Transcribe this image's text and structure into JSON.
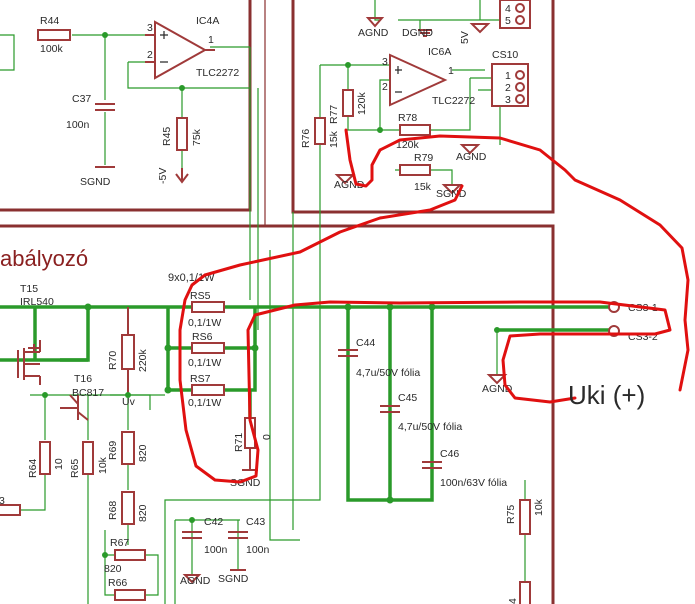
{
  "schematic": {
    "section_title": "abályozó",
    "resistor_group_label": "9x0,1/1W",
    "output_label": "Uki (+)",
    "labels": [
      {
        "id": "r44",
        "text": "R44"
      },
      {
        "id": "r44v",
        "text": "100k"
      },
      {
        "id": "ic4a",
        "text": "IC4A"
      },
      {
        "id": "ic4a_part",
        "text": "TLC2272"
      },
      {
        "id": "c37",
        "text": "C37"
      },
      {
        "id": "c37v",
        "text": "100n"
      },
      {
        "id": "r45",
        "text": "R45"
      },
      {
        "id": "r45v",
        "text": "75k"
      },
      {
        "id": "sgnd1",
        "text": "SGND"
      },
      {
        "id": "neg5v",
        "text": "-5V"
      },
      {
        "id": "pin3a",
        "text": "3"
      },
      {
        "id": "pin2a",
        "text": "2"
      },
      {
        "id": "pin1a",
        "text": "1"
      },
      {
        "id": "agnd_top",
        "text": "AGND"
      },
      {
        "id": "dgnd_top",
        "text": "DGND"
      },
      {
        "id": "v5",
        "text": "5V"
      },
      {
        "id": "p4",
        "text": "4"
      },
      {
        "id": "p5",
        "text": "5"
      },
      {
        "id": "ic6a",
        "text": "IC6A"
      },
      {
        "id": "ic6a_part",
        "text": "TLC2272"
      },
      {
        "id": "cs10",
        "text": "CS10"
      },
      {
        "id": "cp1",
        "text": "1"
      },
      {
        "id": "cp2",
        "text": "2"
      },
      {
        "id": "cp3",
        "text": "3"
      },
      {
        "id": "pin3b",
        "text": "3"
      },
      {
        "id": "pin2b",
        "text": "2"
      },
      {
        "id": "pin1b",
        "text": "1"
      },
      {
        "id": "r77",
        "text": "R77"
      },
      {
        "id": "r77v",
        "text": "120k"
      },
      {
        "id": "r76",
        "text": "R76"
      },
      {
        "id": "r76v",
        "text": "15k"
      },
      {
        "id": "r78",
        "text": "R78"
      },
      {
        "id": "r78v",
        "text": "120k"
      },
      {
        "id": "agnd_mid",
        "text": "AGND"
      },
      {
        "id": "r79",
        "text": "R79"
      },
      {
        "id": "r79v",
        "text": "15k"
      },
      {
        "id": "agnd_l",
        "text": "AGND"
      },
      {
        "id": "sgnd2",
        "text": "SGND"
      },
      {
        "id": "t15",
        "text": "T15"
      },
      {
        "id": "t15p",
        "text": "IRL540"
      },
      {
        "id": "r70",
        "text": "R70"
      },
      {
        "id": "r70v",
        "text": "220k"
      },
      {
        "id": "uv",
        "text": "Uv"
      },
      {
        "id": "t16",
        "text": "T16"
      },
      {
        "id": "t16p",
        "text": "BC817"
      },
      {
        "id": "rs5",
        "text": "RS5"
      },
      {
        "id": "rs5v",
        "text": "0,1/1W"
      },
      {
        "id": "rs6",
        "text": "RS6"
      },
      {
        "id": "rs6v",
        "text": "0,1/1W"
      },
      {
        "id": "rs7",
        "text": "RS7"
      },
      {
        "id": "rs7v",
        "text": "0,1/1W"
      },
      {
        "id": "r71",
        "text": "R71"
      },
      {
        "id": "r71v",
        "text": "0"
      },
      {
        "id": "sgnd3",
        "text": "SGND"
      },
      {
        "id": "c44",
        "text": "C44"
      },
      {
        "id": "c44v",
        "text": "4,7u/50V fólia"
      },
      {
        "id": "c45",
        "text": "C45"
      },
      {
        "id": "c45v",
        "text": "4,7u/50V fólia"
      },
      {
        "id": "c46",
        "text": "C46"
      },
      {
        "id": "c46v",
        "text": "100n/63V fólia"
      },
      {
        "id": "agnd_r",
        "text": "AGND"
      },
      {
        "id": "cs3_1",
        "text": "CS3-1"
      },
      {
        "id": "cs3_2",
        "text": "CS3-2"
      },
      {
        "id": "r64",
        "text": "R64"
      },
      {
        "id": "r64v",
        "text": "10"
      },
      {
        "id": "r65",
        "text": "R65"
      },
      {
        "id": "r65v",
        "text": "10k"
      },
      {
        "id": "r69",
        "text": "R69"
      },
      {
        "id": "r69v",
        "text": "820"
      },
      {
        "id": "r68",
        "text": "R68"
      },
      {
        "id": "r68v",
        "text": "820"
      },
      {
        "id": "r67",
        "text": "R67"
      },
      {
        "id": "r67v",
        "text": "820"
      },
      {
        "id": "r66",
        "text": "R66"
      },
      {
        "id": "c42",
        "text": "C42"
      },
      {
        "id": "c42v",
        "text": "100n"
      },
      {
        "id": "c43",
        "text": "C43"
      },
      {
        "id": "c43v",
        "text": "100n"
      },
      {
        "id": "agnd_bl",
        "text": "AGND"
      },
      {
        "id": "sgnd_b",
        "text": "SGND"
      },
      {
        "id": "r75",
        "text": "R75"
      },
      {
        "id": "r75v",
        "text": "10k"
      },
      {
        "id": "edge3",
        "text": "3"
      },
      {
        "id": "edge4",
        "text": "4"
      }
    ],
    "colors": {
      "component": "#a03a3a",
      "wire": "#2a9a2a",
      "frame": "#8a3030",
      "annotation": "#e01010",
      "text": "#2a2a2a"
    }
  }
}
